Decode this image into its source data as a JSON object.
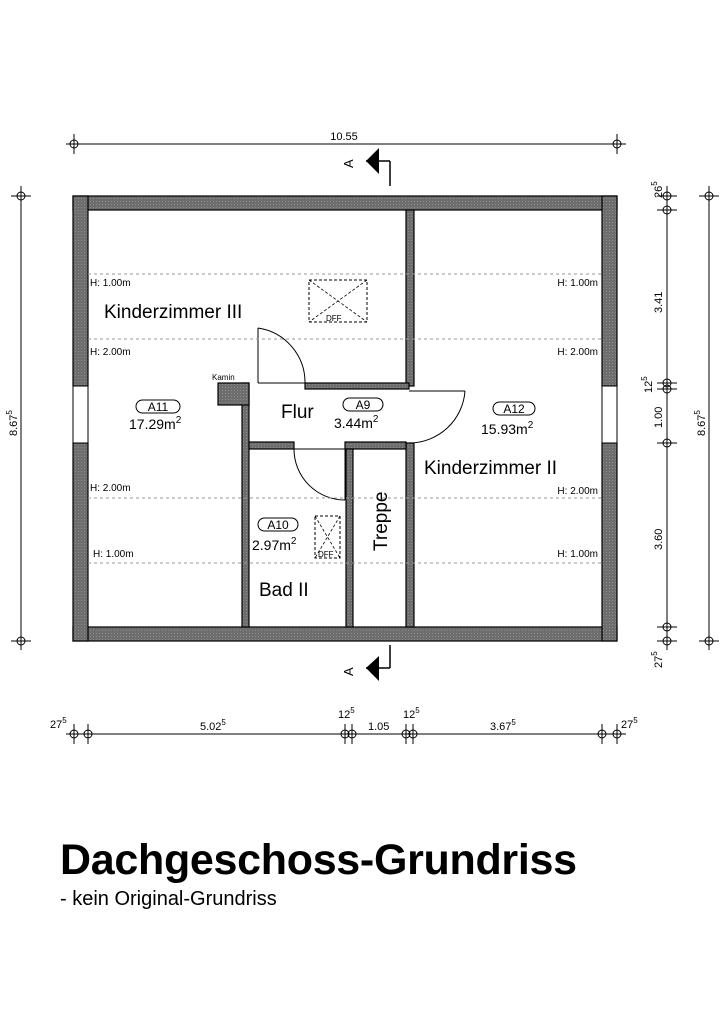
{
  "title": "Dachgeschoss-Grundriss",
  "subtitle": "- kein Original-Grundriss",
  "rooms": {
    "kinderzimmer3": {
      "name": "Kinderzimmer III",
      "tag": "A11",
      "area": "17.29m",
      "area_sup": "2"
    },
    "kinderzimmer2": {
      "name": "Kinderzimmer II",
      "tag": "A12",
      "area": "15.93m",
      "area_sup": "2"
    },
    "flur": {
      "name": "Flur",
      "tag": "A9",
      "area": "3.44m",
      "area_sup": "2"
    },
    "bad2": {
      "name": "Bad II",
      "tag": "A10",
      "area": "2.97m",
      "area_sup": "2"
    },
    "treppe": {
      "name": "Treppe"
    }
  },
  "labels": {
    "kamin": "Kamin",
    "dff": "DFF",
    "h100": "H: 1.00m",
    "h200": "H: 2.00m",
    "section": "A"
  },
  "dimensions": {
    "top_total": "10.55",
    "bottom": [
      {
        "main": "27",
        "sup": "5"
      },
      {
        "main": "5.02",
        "sup": "5"
      },
      {
        "main": "12",
        "sup": "5"
      },
      {
        "main": "1.05",
        "sup": ""
      },
      {
        "main": "12",
        "sup": "5"
      },
      {
        "main": "3.67",
        "sup": "5"
      },
      {
        "main": "27",
        "sup": "5"
      }
    ],
    "left_total": {
      "main": "8.67",
      "sup": "5"
    },
    "right_total": {
      "main": "8.67",
      "sup": "5"
    },
    "right_segments": [
      {
        "main": "26",
        "sup": "5"
      },
      {
        "main": "3.41",
        "sup": ""
      },
      {
        "main": "12",
        "sup": "5"
      },
      {
        "main": "1.00",
        "sup": ""
      },
      {
        "main": "3.60",
        "sup": ""
      },
      {
        "main": "27",
        "sup": "5"
      }
    ]
  }
}
